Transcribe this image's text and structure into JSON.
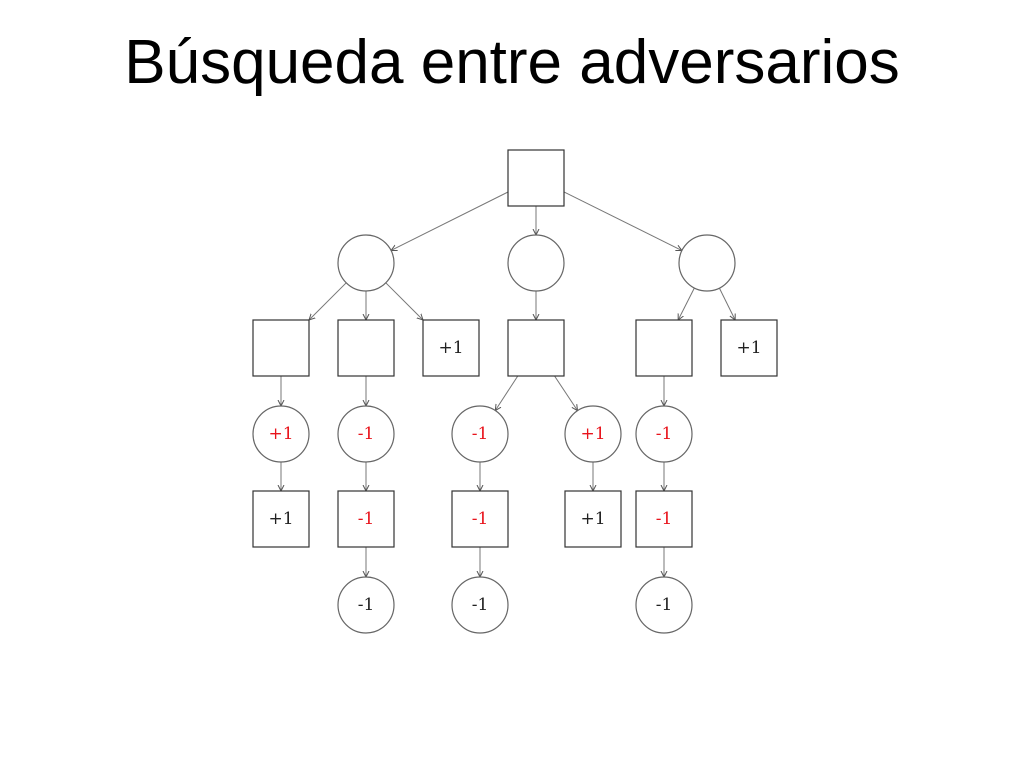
{
  "title": "Búsqueda entre adversarios",
  "colors": {
    "value_black": "#222222",
    "value_red": "#e8141c"
  },
  "tree": {
    "root": {
      "shape": "square",
      "label": "",
      "color": "black"
    },
    "level1": [
      {
        "shape": "circle",
        "label": "",
        "color": "black"
      },
      {
        "shape": "circle",
        "label": "",
        "color": "black"
      },
      {
        "shape": "circle",
        "label": "",
        "color": "black"
      }
    ],
    "level2": [
      {
        "shape": "square",
        "label": "",
        "color": "black"
      },
      {
        "shape": "square",
        "label": "",
        "color": "black"
      },
      {
        "shape": "square",
        "label": "+1",
        "color": "black"
      },
      {
        "shape": "square",
        "label": "",
        "color": "black"
      },
      {
        "shape": "square",
        "label": "",
        "color": "black"
      },
      {
        "shape": "square",
        "label": "+1",
        "color": "black"
      }
    ],
    "level3": [
      {
        "shape": "circle",
        "label": "+1",
        "color": "red"
      },
      {
        "shape": "circle",
        "label": "-1",
        "color": "red"
      },
      {
        "shape": "circle",
        "label": "-1",
        "color": "red"
      },
      {
        "shape": "circle",
        "label": "+1",
        "color": "red"
      },
      {
        "shape": "circle",
        "label": "-1",
        "color": "red"
      }
    ],
    "level4": [
      {
        "shape": "square",
        "label": "+1",
        "color": "black"
      },
      {
        "shape": "square",
        "label": "-1",
        "color": "red"
      },
      {
        "shape": "square",
        "label": "-1",
        "color": "red"
      },
      {
        "shape": "square",
        "label": "+1",
        "color": "black"
      },
      {
        "shape": "square",
        "label": "-1",
        "color": "red"
      }
    ],
    "level5": [
      {
        "shape": "circle",
        "label": "-1",
        "color": "black"
      },
      {
        "shape": "circle",
        "label": "-1",
        "color": "black"
      },
      {
        "shape": "circle",
        "label": "-1",
        "color": "black"
      }
    ]
  }
}
